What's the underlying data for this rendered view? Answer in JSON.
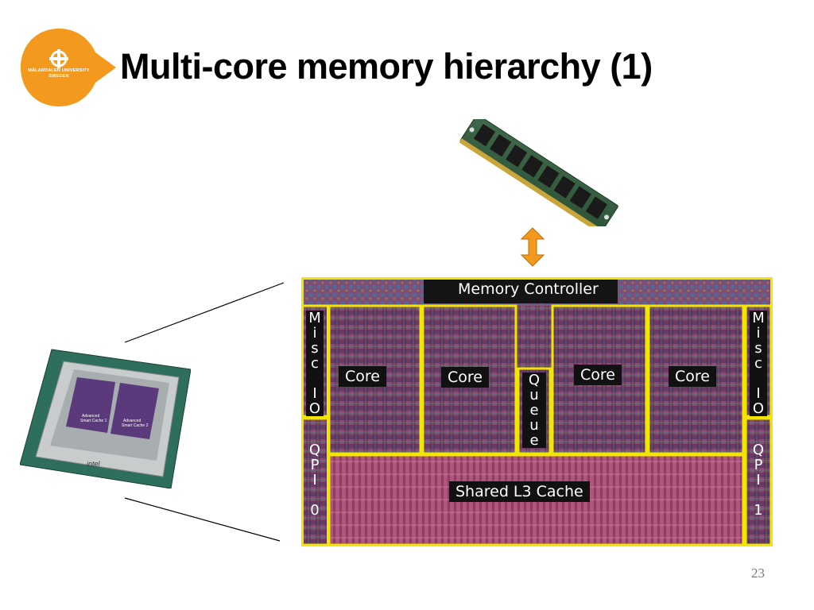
{
  "logo": {
    "icon": "university-seal-icon",
    "lines": [
      "MÄLARDALEN UNIVERSITY",
      "SWEDEN"
    ],
    "color": "#f39a1e"
  },
  "title": "Multi-core memory hierarchy (1)",
  "page_number": "23",
  "die": {
    "memory_controller": "Memory Controller",
    "cores": [
      "Core",
      "Core",
      "Core",
      "Core"
    ],
    "queue": "Queue",
    "misc_io_left": "Misc IO",
    "misc_io_right": "Misc IO",
    "qpi_left": "QPI 0",
    "qpi_right": "QPI 1",
    "shared_cache": "Shared L3 Cache",
    "border_color": "#f2e600"
  },
  "arrow_color": "#f39a1e",
  "processor_chip": {
    "brand": "intel",
    "caches": [
      "Advanced Smart Cache 1",
      "Advanced Smart Cache 2"
    ]
  }
}
